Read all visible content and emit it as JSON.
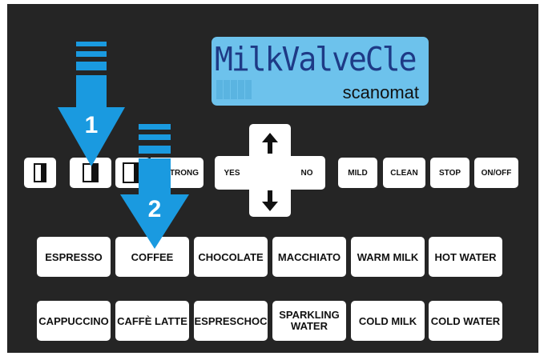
{
  "display": {
    "text": "MilkValveCle",
    "brand": "scanomat"
  },
  "cup_buttons": [
    {
      "size": "small"
    },
    {
      "size": "medium"
    },
    {
      "size": "large"
    }
  ],
  "strength": {
    "strong_label": "STRONG",
    "mild_label": "MILD"
  },
  "nav": {
    "yes_label": "YES",
    "no_label": "NO",
    "up_icon": "arrow-up-icon",
    "down_icon": "arrow-down-icon"
  },
  "function_buttons": {
    "clean_label": "CLEAN",
    "stop_label": "STOP",
    "onoff_label": "ON/OFF"
  },
  "drinks_row1": [
    "ESPRESSO",
    "COFFEE",
    "CHOCOLATE",
    "MACCHIATO",
    "WARM MILK",
    "HOT WATER"
  ],
  "drinks_row2": [
    "CAPPUCCINO",
    "CAFFÈ LATTE",
    "ESPRESCHOC",
    "SPARKLING WATER",
    "COLD MILK",
    "COLD WATER"
  ],
  "step_arrows": [
    {
      "number": "1",
      "target": "medium-cup-button"
    },
    {
      "number": "2",
      "target": "coffee-button"
    }
  ],
  "colors": {
    "panel": "#252525",
    "lcd_background": "#6dc2ec",
    "lcd_text": "#1e3a86",
    "arrow": "#1a9ae0",
    "button": "#ffffff"
  }
}
